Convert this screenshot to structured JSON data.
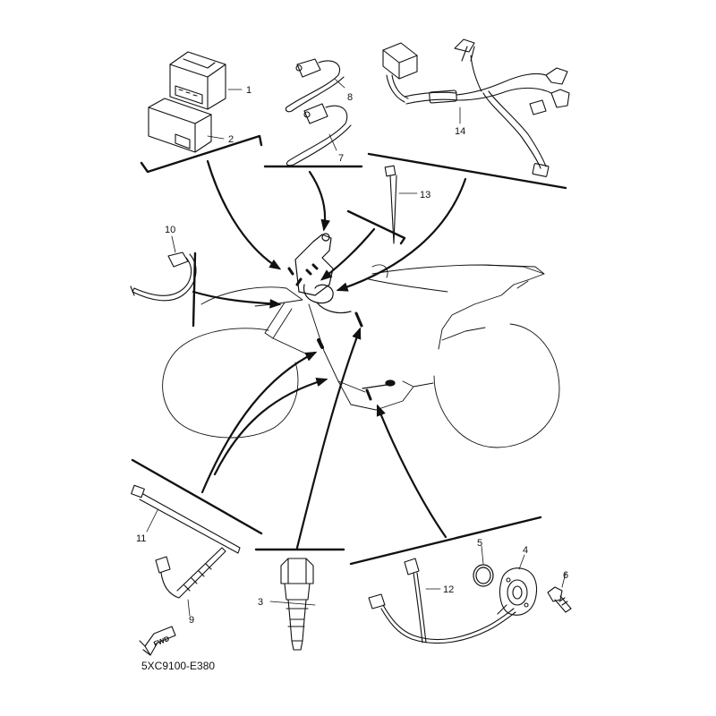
{
  "diagram": {
    "code": "5XC9100-E380",
    "fwd_label": "FWD",
    "colors": {
      "ink": "#111111",
      "background": "#ffffff"
    },
    "callouts": [
      "1",
      "2",
      "3",
      "4",
      "5",
      "6",
      "7",
      "8",
      "9",
      "10",
      "11",
      "12",
      "13",
      "14"
    ]
  }
}
